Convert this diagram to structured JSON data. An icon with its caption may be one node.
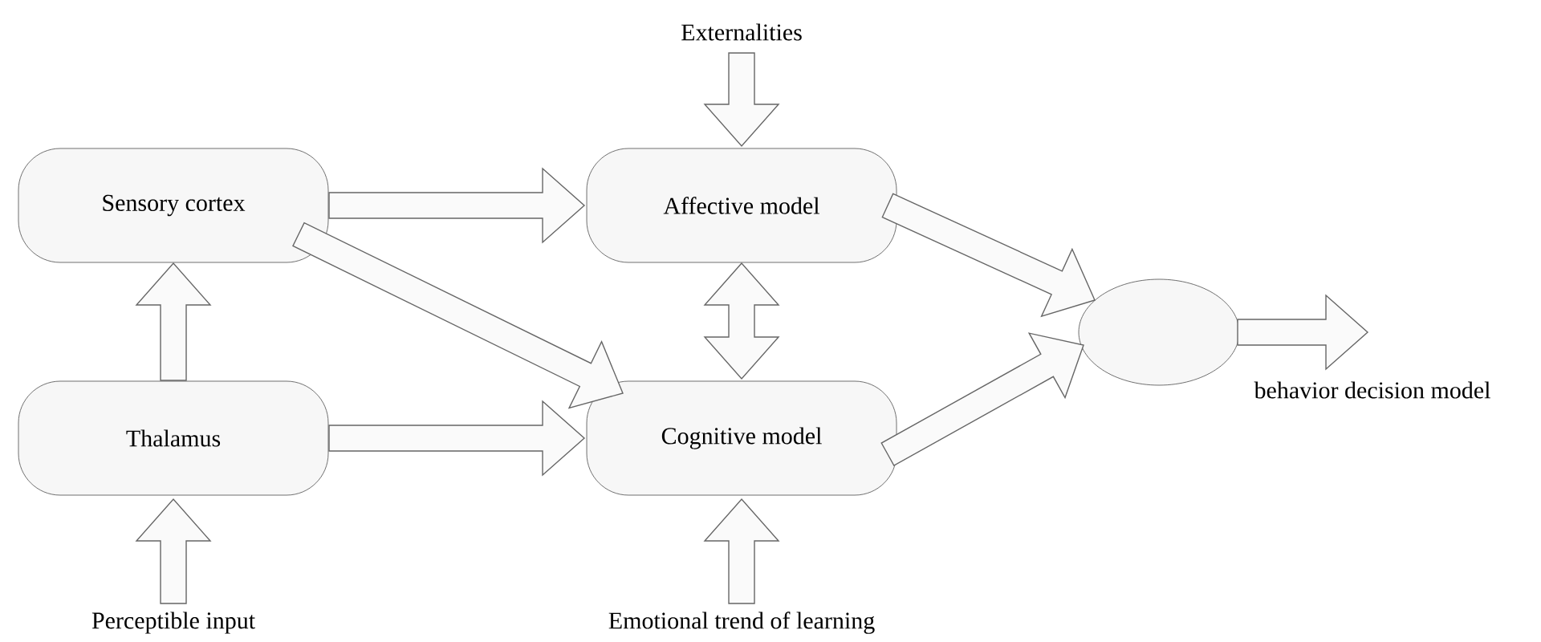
{
  "diagram": {
    "nodes": [
      {
        "text": [
          "Externalities"
        ]
      },
      {
        "text": [
          "Sensory cortex"
        ]
      },
      {
        "text": [
          "Affective model"
        ]
      },
      {
        "text": [],
        "shape": "ellipse",
        "beside": [
          "behavior decision model"
        ]
      },
      {
        "text": [
          "Thalamus"
        ]
      },
      {
        "text": [
          "Cognitive model"
        ]
      },
      {
        "text": [
          "Perceptible input"
        ]
      },
      {
        "text": [
          "Emotional trend of learning"
        ]
      }
    ],
    "edges": [
      {
        "from": 0,
        "to": 2,
        "arrow": "to"
      },
      {
        "from": 1,
        "to": 2,
        "arrow": "to"
      },
      {
        "from": 1,
        "to": 5,
        "arrow": "to"
      },
      {
        "from": 4,
        "to": 1,
        "arrow": "to"
      },
      {
        "from": 4,
        "to": 5,
        "arrow": "to"
      },
      {
        "from": 2,
        "to": 5,
        "arrow": "both"
      },
      {
        "from": 2,
        "to": 3,
        "arrow": "to"
      },
      {
        "from": 5,
        "to": 3,
        "arrow": "to"
      },
      {
        "from": 3,
        "to": null,
        "arrow": "to"
      },
      {
        "from": 6,
        "to": 4,
        "arrow": "to"
      },
      {
        "from": 7,
        "to": 5,
        "arrow": "to"
      }
    ]
  }
}
